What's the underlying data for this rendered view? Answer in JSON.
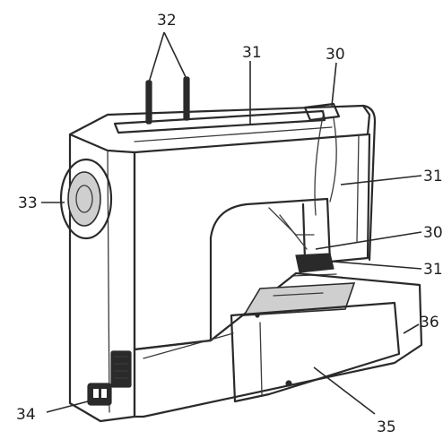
{
  "callouts": [
    {
      "id": "32",
      "label": "32"
    },
    {
      "id": "31-top",
      "label": "31"
    },
    {
      "id": "30-top",
      "label": "30"
    },
    {
      "id": "33",
      "label": "33"
    },
    {
      "id": "31-right-upper",
      "label": "31"
    },
    {
      "id": "30-right",
      "label": "30"
    },
    {
      "id": "31-right-lower",
      "label": "31"
    },
    {
      "id": "36",
      "label": "36"
    },
    {
      "id": "34",
      "label": "34"
    },
    {
      "id": "35",
      "label": "35"
    }
  ]
}
